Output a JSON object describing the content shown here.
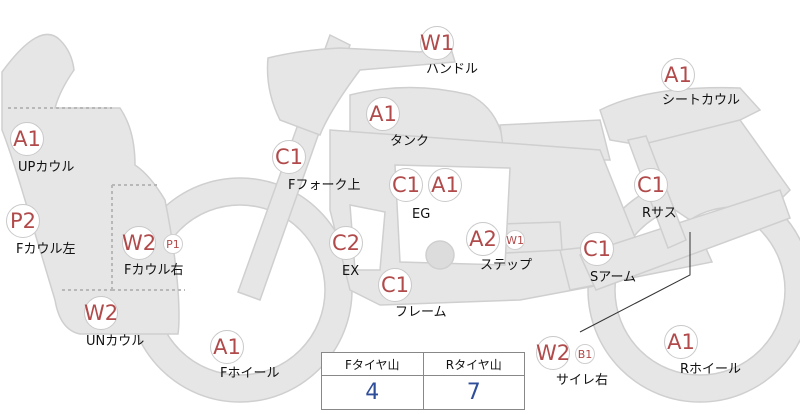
{
  "colors": {
    "body_fill": "#e6e6e6",
    "outline": "#cfcfcf",
    "badge_text": "#b14a4a",
    "value_text": "#2f4e9a"
  },
  "parts": [
    {
      "id": "handle",
      "label": "ハンドル",
      "grade": "W1"
    },
    {
      "id": "seat-cowl",
      "label": "シートカウル",
      "grade": "A1"
    },
    {
      "id": "tank",
      "label": "タンク",
      "grade": "A1"
    },
    {
      "id": "up-cowl",
      "label": "UPカウル",
      "grade": "A1"
    },
    {
      "id": "f-fork",
      "label": "Fフォーク上",
      "grade": "C1"
    },
    {
      "id": "eg",
      "label": "EG",
      "grade": "C1",
      "grade2": "A1"
    },
    {
      "id": "r-sus",
      "label": "Rサス",
      "grade": "C1"
    },
    {
      "id": "f-cowl-left",
      "label": "Fカウル左",
      "grade": "P2"
    },
    {
      "id": "f-cowl-right",
      "label": "Fカウル右",
      "grade": "W2",
      "sub": "P1"
    },
    {
      "id": "ex",
      "label": "EX",
      "grade": "C2"
    },
    {
      "id": "step",
      "label": "ステップ",
      "grade": "A2",
      "sub": "W1"
    },
    {
      "id": "s-arm",
      "label": "Sアーム",
      "grade": "C1"
    },
    {
      "id": "frame",
      "label": "フレーム",
      "grade": "C1"
    },
    {
      "id": "un-cowl",
      "label": "UNカウル",
      "grade": "W2"
    },
    {
      "id": "f-wheel",
      "label": "Fホイール",
      "grade": "A1"
    },
    {
      "id": "silencer-right",
      "label": "サイレ右",
      "grade": "W2",
      "sub": "B1"
    },
    {
      "id": "r-wheel",
      "label": "Rホイール",
      "grade": "A1"
    }
  ],
  "tire_table": {
    "headers": [
      "Fタイヤ山",
      "Rタイヤ山"
    ],
    "values": [
      "4",
      "7"
    ]
  }
}
